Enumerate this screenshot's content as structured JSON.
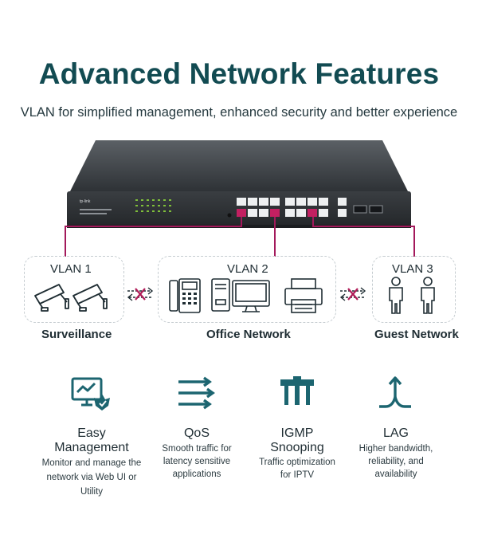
{
  "header": {
    "title": "Advanced Network Features",
    "subtitle": "VLAN for simplified management, enhanced security and better experience"
  },
  "switch": {
    "brand": "tp-link"
  },
  "vlans": [
    {
      "label": "VLAN 1",
      "group": "Surveillance",
      "icons": [
        "security-camera-icon",
        "security-camera-icon"
      ]
    },
    {
      "label": "VLAN 2",
      "group": "Office Network",
      "icons": [
        "ip-phone-icon",
        "desktop-computer-icon",
        "printer-icon"
      ]
    },
    {
      "label": "VLAN 3",
      "group": "Guest Network",
      "icons": [
        "person-icon",
        "person-icon"
      ]
    }
  ],
  "features": [
    {
      "title_lines": [
        "Easy",
        "Management"
      ],
      "desc_lines": [
        "Monitor and manage the",
        "network via Web UI or",
        "Utility"
      ],
      "icon": "monitor-check-icon"
    },
    {
      "title_lines": [
        "QoS"
      ],
      "desc_lines": [
        "Smooth traffic for",
        "latency sensitive",
        "applications"
      ],
      "icon": "qos-arrows-icon"
    },
    {
      "title_lines": [
        "IGMP",
        "Snooping"
      ],
      "desc_lines": [
        "Traffic optimization",
        "for IPTV"
      ],
      "icon": "igmp-branch-icon"
    },
    {
      "title_lines": [
        "LAG"
      ],
      "desc_lines": [
        "Higher bandwidth,",
        "reliability, and",
        "availability"
      ],
      "icon": "lag-merge-icon"
    }
  ],
  "colors": {
    "title": "#124b52",
    "accent_line": "#a3195b",
    "icon_teal": "#1c6570",
    "blocked_red": "#b01c58"
  }
}
